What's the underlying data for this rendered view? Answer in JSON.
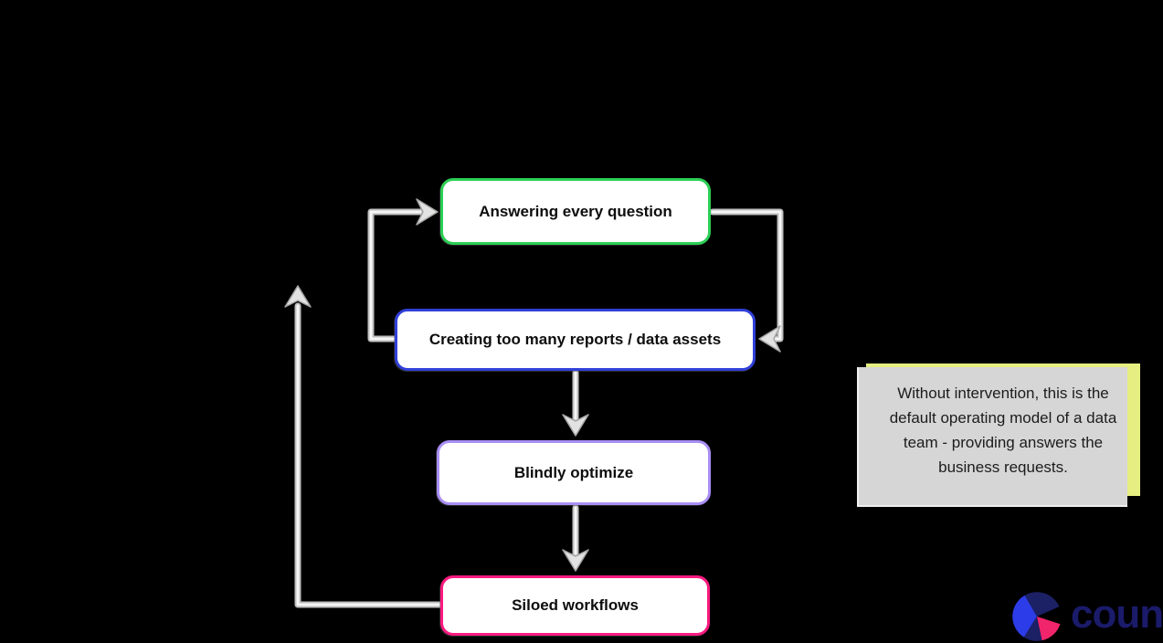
{
  "canvas": {
    "background_color": "#000000",
    "connector_color": "#d9d9d9"
  },
  "flowchart": {
    "nodes": [
      {
        "label": "Answering every question",
        "border_color": "#2ccf55"
      },
      {
        "label": "Creating too many reports / data assets",
        "border_color": "#3140d9"
      },
      {
        "label": "Blindly optimize",
        "border_color": "#a98ef5"
      },
      {
        "label": "Siloed workflows",
        "border_color": "#fb1a80"
      }
    ]
  },
  "sticky_note": {
    "text": "Without intervention, this is the default operating model of a data team - providing answers the business requests.",
    "background_color": "#e5ee80",
    "shadow_color": "#d6d6d6",
    "text_color": "#1c1c1c"
  },
  "logo": {
    "wordmark": "count",
    "wordmark_color": "#1b1b6b",
    "mark_colors": {
      "navy": "#1c2065",
      "blue": "#2c3ce8",
      "pink": "#f1256b"
    }
  }
}
